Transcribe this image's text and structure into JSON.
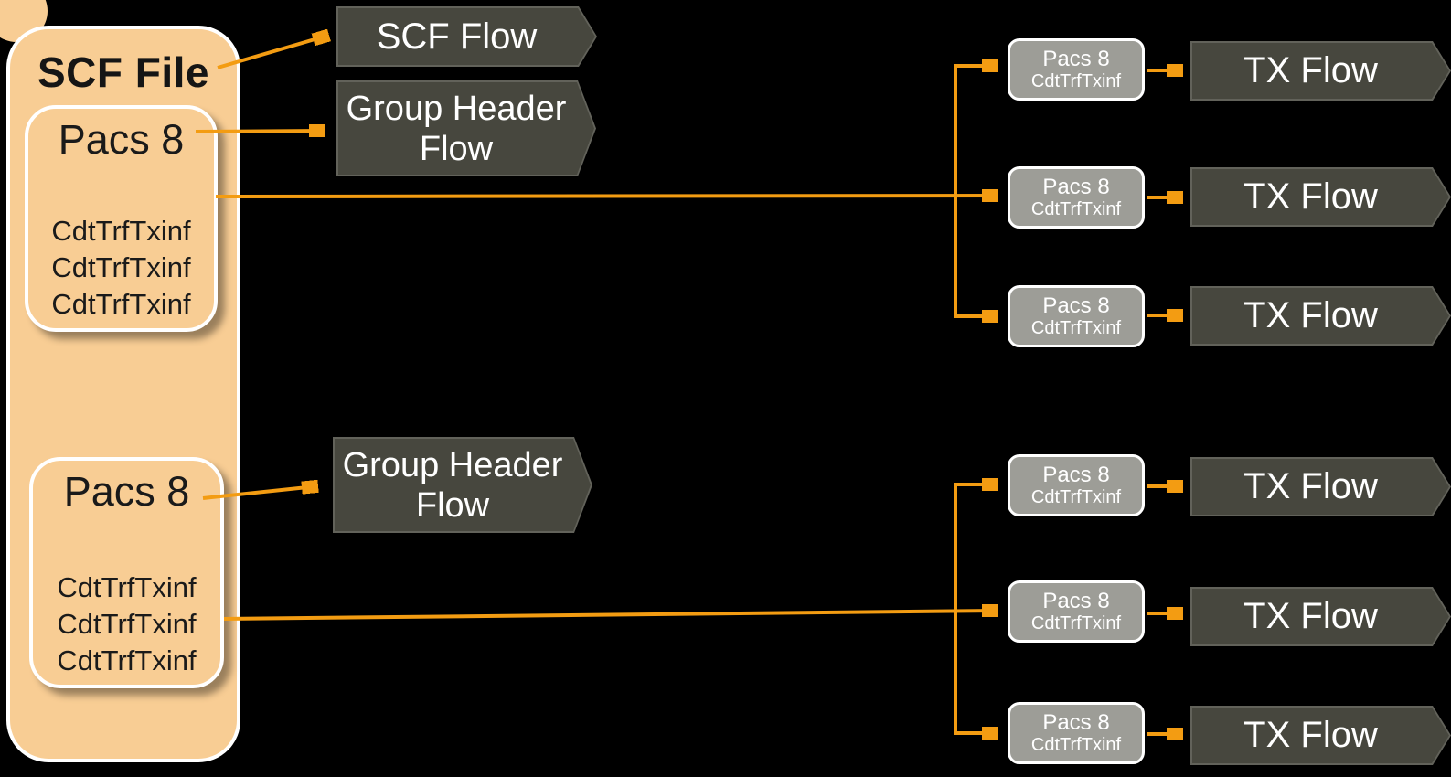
{
  "diagram": {
    "title": "SCF file to flow decomposition diagram",
    "colors": {
      "background": "#000000",
      "panel_fill": "#F8CD94",
      "panel_border": "#FFFFFF",
      "panel_text": "#1A1A1A",
      "connector": "#F39C12",
      "flow_fill": "#47473E",
      "flow_border": "#62625A",
      "flow_text": "#FFFFFF",
      "node_fill": "#9D9D97",
      "node_border": "#FFFFFF",
      "node_text": "#FFFFFF"
    },
    "left_panel": {
      "title": "SCF File",
      "groups": [
        {
          "title": "Pacs 8",
          "lines": [
            "CdtTrfTxinf",
            "CdtTrfTxinf",
            "CdtTrfTxinf"
          ]
        },
        {
          "title": "Pacs 8",
          "lines": [
            "CdtTrfTxinf",
            "CdtTrfTxinf",
            "CdtTrfTxinf"
          ]
        }
      ]
    },
    "flow_labels": {
      "scf": "SCF Flow",
      "group_header": "Group Header Flow",
      "tx": "TX Flow"
    },
    "right_nodes": [
      {
        "title": "Pacs 8",
        "sub": "CdtTrfTxinf"
      },
      {
        "title": "Pacs 8",
        "sub": "CdtTrfTxinf"
      },
      {
        "title": "Pacs 8",
        "sub": "CdtTrfTxinf"
      },
      {
        "title": "Pacs 8",
        "sub": "CdtTrfTxinf"
      },
      {
        "title": "Pacs 8",
        "sub": "CdtTrfTxinf"
      },
      {
        "title": "Pacs 8",
        "sub": "CdtTrfTxinf"
      }
    ]
  }
}
